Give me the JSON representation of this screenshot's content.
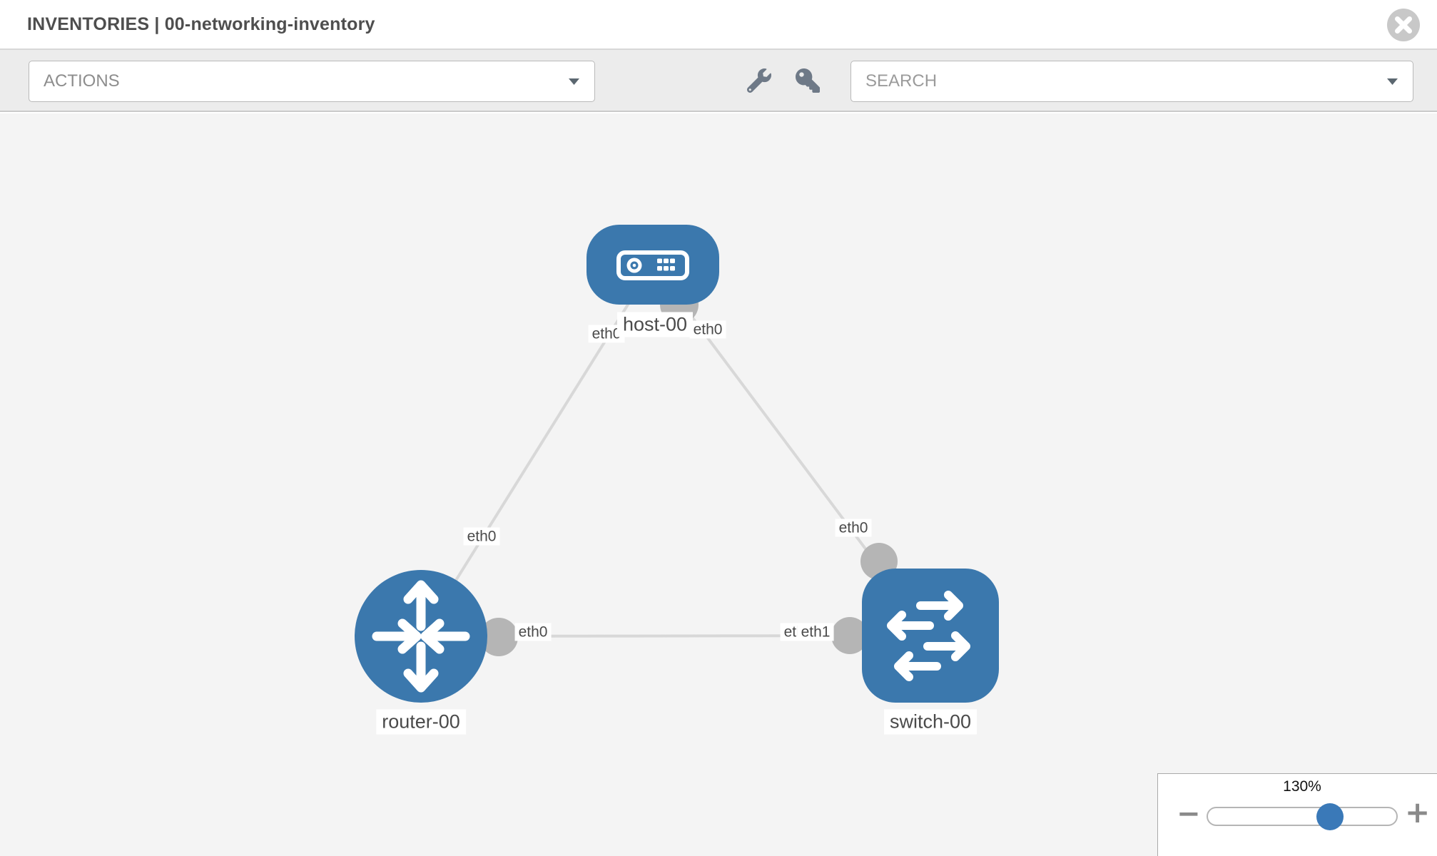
{
  "header": {
    "title": "INVENTORIES | 00-networking-inventory",
    "close_icon": "circle-x"
  },
  "toolbar": {
    "actions": {
      "label": "ACTIONS",
      "caret_icon": "chevron-down"
    },
    "tools": [
      {
        "icon": "wrench"
      },
      {
        "icon": "key"
      }
    ],
    "search": {
      "label": "SEARCH",
      "caret_icon": "chevron-down"
    }
  },
  "topology": {
    "nodes": [
      {
        "id": "host-00",
        "label": "host-00",
        "type": "host",
        "color": "#3b78ad"
      },
      {
        "id": "router-00",
        "label": "router-00",
        "type": "router",
        "color": "#3b78ad"
      },
      {
        "id": "switch-00",
        "label": "switch-00",
        "type": "switch",
        "color": "#3b78ad"
      }
    ],
    "links": [
      {
        "from": "host-00",
        "to": "router-00",
        "from_iface": "eth0",
        "to_iface": "eth0"
      },
      {
        "from": "host-00",
        "to": "switch-00",
        "from_iface": "eth0",
        "to_iface": "eth0"
      },
      {
        "from": "router-00",
        "to": "switch-00",
        "from_iface": "eth0",
        "to_iface": "eth1"
      }
    ],
    "iface_labels": [
      {
        "text": "eth0"
      },
      {
        "text": "eth0"
      },
      {
        "text": "eth0"
      },
      {
        "text": "eth0"
      },
      {
        "text": "eth0"
      },
      {
        "text": "eth0"
      },
      {
        "text": "eth1"
      }
    ]
  },
  "zoom_control": {
    "level": "130%",
    "minus_label": "−",
    "plus_label": "+"
  },
  "colors": {
    "node_blue": "#3b78ad",
    "link_gray": "#d8d8d8",
    "bubble_gray": "#b5b5b5",
    "canvas_bg": "#f4f4f4",
    "toolbar_bg": "#ececec"
  }
}
